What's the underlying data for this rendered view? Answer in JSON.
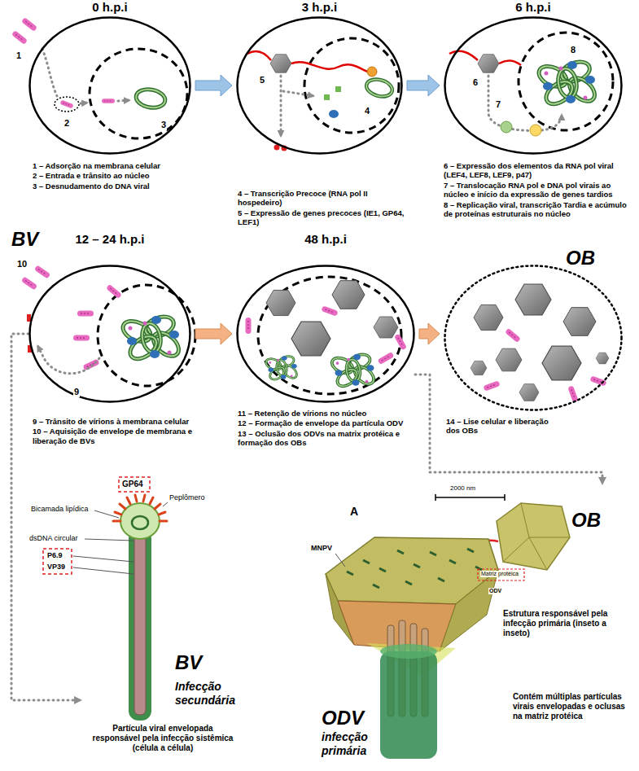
{
  "diagram": {
    "nodes": [
      {
        "text": [
          "0 h.p.i",
          "1",
          "2",
          "3"
        ]
      },
      {
        "text": [
          "3 h.p.i",
          "5",
          "4"
        ]
      },
      {
        "text": [
          "6 h.p.i",
          "6",
          "8",
          "7"
        ]
      },
      {
        "text": [
          "12 – 24 h.p.i",
          "9"
        ]
      },
      {
        "text": [
          "48 h.p.i"
        ]
      },
      {
        "text": [
          "OB"
        ]
      },
      {
        "text": [
          "BV",
          "Infecção secundária"
        ]
      },
      {
        "text": [
          "OB",
          "ODV",
          "infecção primária"
        ]
      }
    ],
    "edges": [
      {
        "from": 0,
        "to": 1,
        "arrow": "to"
      },
      {
        "from": 1,
        "to": 2,
        "arrow": "to"
      },
      {
        "from": 3,
        "to": 4,
        "arrow": "to"
      },
      {
        "from": 4,
        "to": 5,
        "arrow": "to"
      },
      {
        "from": 3,
        "to": 6,
        "arrow": "to"
      },
      {
        "from": 4,
        "to": 7,
        "arrow": "to"
      }
    ],
    "labels": [
      "1 – Adsorção na membrana celular",
      "2 – Entrada e trânsito ao núcleo",
      "3 – Desnudamento do DNA viral",
      "4 – Transcrição Precoce (RNA pol II hospedeiro)",
      "5 – Expressão de genes precoces (IE1, GP64, LEF1)",
      "6 – Expressão dos elementos da RNA pol viral (LEF4, LEF8, LEF9, p47)",
      "7 – Translocação RNA pol e DNA pol virais ao núcleo e início da expressão de genes tardios",
      "8 – Replicação viral, transcrição Tardia e acúmulo de proteínas estruturais no núcleo",
      "BV",
      "10",
      "9 – Trânsito de vírions à membrana celular",
      "10 – Aquisição de envelope de membrana e liberação de BVs",
      "11 – Retenção de vírions no núcleo",
      "12 – Formação de envelope da partícula ODV",
      "13 – Oclusão dos ODVs na matrix protéica e formação dos OBs",
      "14 – Lise celular e liberação dos OBs",
      "Bicamada lipídica",
      "GP64",
      "Peplômero",
      "dsDNA circular",
      "P6.9",
      "VP39",
      "Partícula viral envelopada responsável pela infecção sistêmica (célula a célula)",
      "A",
      "2000 nm",
      "MNPV",
      "Matriz protéica",
      "ODV",
      "Estrutura responsável pela infecção primária (inseto a inseto)",
      "Contém múltiplas partículas virais envelopadas e oclusas na matriz protéica"
    ]
  }
}
